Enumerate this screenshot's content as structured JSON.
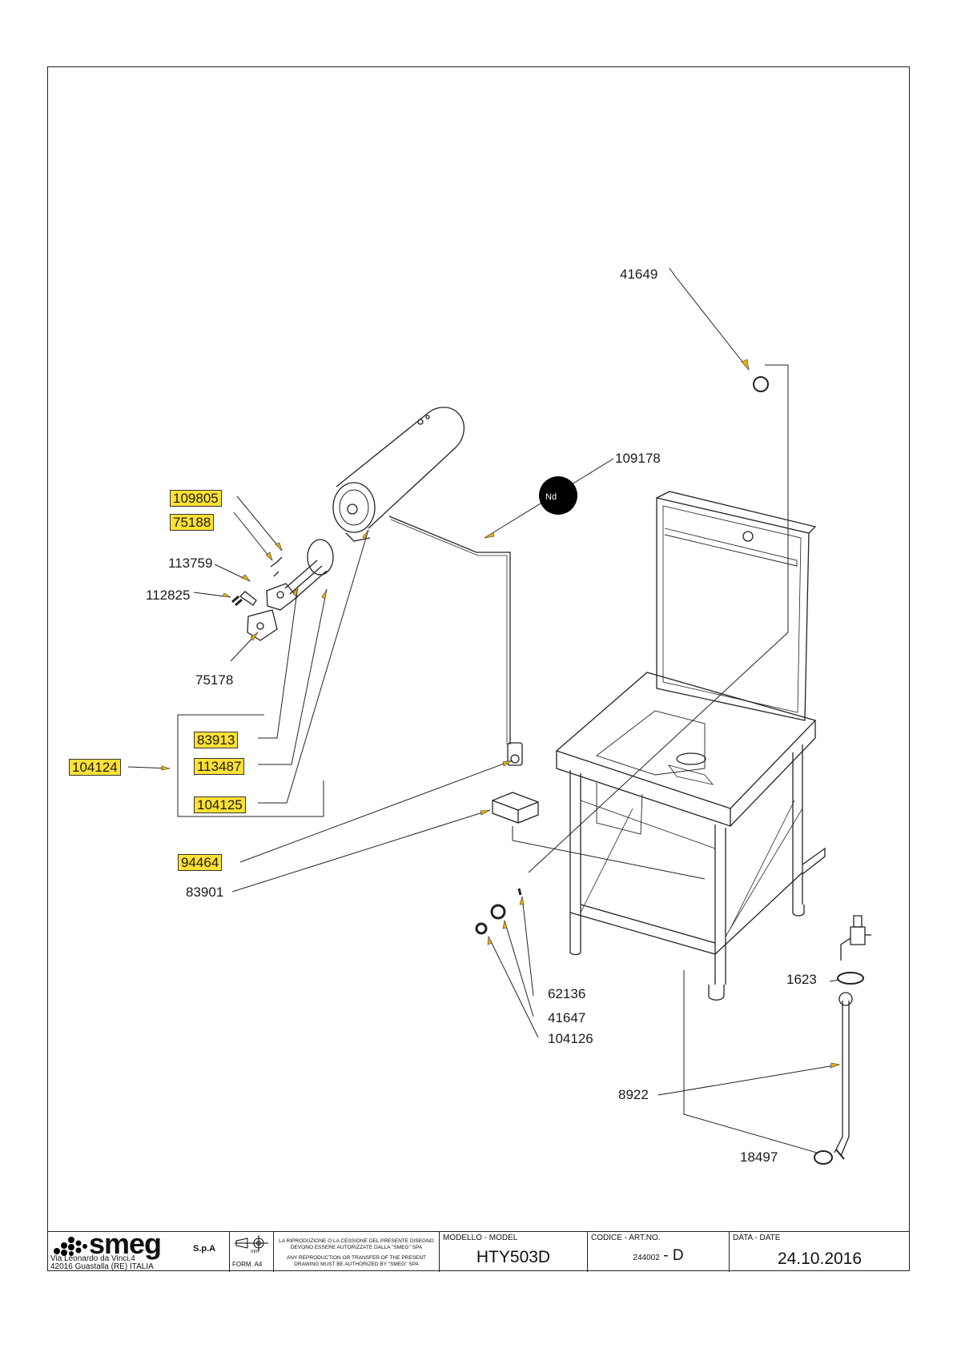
{
  "parts": {
    "p41649": "41649",
    "p109178": "109178",
    "p109805": "109805",
    "p75188": "75188",
    "p113759": "113759",
    "p112825": "112825",
    "p75178": "75178",
    "p83913": "83913",
    "p104124": "104124",
    "p113487": "113487",
    "p104125": "104125",
    "p94464": "94464",
    "p83901": "83901",
    "p62136": "62136",
    "p41647": "41647",
    "p104126": "104126",
    "p1623": "1623",
    "p8922": "8922",
    "p18497": "18497"
  },
  "marker_nd": "Nd",
  "highlight_color": "#ffe135",
  "titleblock": {
    "brand": "smeg",
    "brand_suffix": "S.p.A",
    "address_line1": "Via Leonardo da Vinci,4",
    "address_line2": "42016  Guastalla (RE) ITALIA",
    "unit": "mm",
    "format": "FORM. A4",
    "notice_it": "LA RIPRODUZIONE O LA CESSIONE DEL PRESENTE DISEGNO DEVONO ESSERE AUTORIZZATE DALLA \"SMEG\" SPA",
    "notice_en": "ANY REPRODUCTION OR TRANSFER OF THE PRESENT DRAWING MUST BE AUTHORIZED BY \"SMEG\" SPA",
    "model_caption": "MODELLO - MODEL",
    "model": "HTY503D",
    "code_caption": "CODICE - ART.NO.",
    "code": "244002",
    "code_rev": "- D",
    "date_caption": "DATA - DATE",
    "date": "24.10.2016"
  }
}
